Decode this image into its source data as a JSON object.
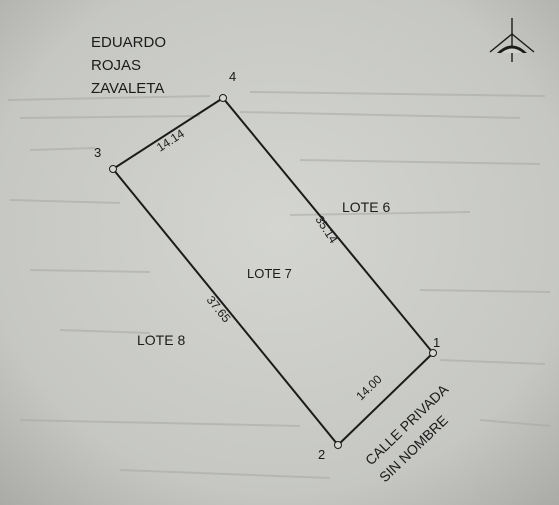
{
  "owner_name": [
    "EDUARDO",
    "ROJAS",
    "ZAVALETA"
  ],
  "vertices": [
    "1",
    "2",
    "3",
    "4"
  ],
  "sides": {
    "side_3_4": "14.14",
    "side_4_1": "35.14",
    "side_1_2": "14.00",
    "side_2_3": "37.65"
  },
  "lots": {
    "center": "LOTE 7",
    "right": "LOTE 6",
    "left": "LOTE 8"
  },
  "street": [
    "CALLE PRIVADA",
    "SIN NOMBRE"
  ],
  "icons": {
    "north_arrow": "north-arrow-icon"
  },
  "colors": {
    "paper": "#c9cac6",
    "ink": "#1b1b1b"
  }
}
